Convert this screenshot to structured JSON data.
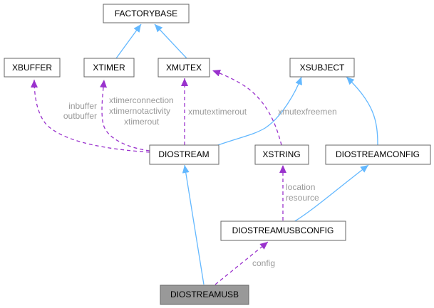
{
  "diagram": {
    "nodes": {
      "factorybase": "FACTORYBASE",
      "xbuffer": "XBUFFER",
      "xtimer": "XTIMER",
      "xmutex": "XMUTEX",
      "xsubject": "XSUBJECT",
      "diostream": "DIOSTREAM",
      "xstring": "XSTRING",
      "diostreamconfig": "DIOSTREAMCONFIG",
      "diostreamusbconfig": "DIOSTREAMUSBCONFIG",
      "diostreamusb": "DIOSTREAMUSB"
    },
    "edge_labels": {
      "inbuffer": "inbuffer",
      "outbuffer": "outbuffer",
      "xtimerconnection": "xtimerconnection",
      "xtimernotactivity": "xtimernotactivity",
      "xtimerout": "xtimerout",
      "xmutextimerout": "xmutextimerout",
      "xmutexfreemen": "xmutexfreemen",
      "location": "location",
      "resource": "resource",
      "config": "config"
    },
    "colors": {
      "inheritance": "#63b8ff",
      "usage": "#9a32cd",
      "current_node_fill": "#999999"
    }
  }
}
